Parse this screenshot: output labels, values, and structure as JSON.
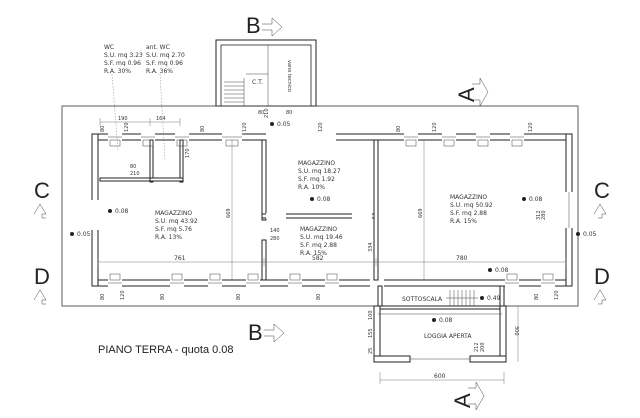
{
  "title": "PIANO TERRA - quota 0.08",
  "sections": {
    "a": "A",
    "b": "B",
    "c": "C",
    "d": "D"
  },
  "rooms": {
    "wc1": {
      "name": "WC",
      "su": "S.U. mq 3.23",
      "sf": "S.F. mq 0.96",
      "ra": "R.A. 30%"
    },
    "wc2": {
      "name": "ant. WC",
      "su": "S.U. mq 2.70",
      "sf": "S.F. mq 0.96",
      "ra": "R.A. 36%"
    },
    "mag1": {
      "name": "MAGAZZINO",
      "su": "S.U. mq 43.92",
      "sf": "S.F. mq 5.76",
      "ra": "R.A. 13%"
    },
    "mag2": {
      "name": "MAGAZZINO",
      "su": "S.U. mq 18.27",
      "sf": "S.F. mq 1.92",
      "ra": "R.A. 10%"
    },
    "mag3": {
      "name": "MAGAZZINO",
      "su": "S.U. mq 19.46",
      "sf": "S.F. mq 2.88",
      "ra": "R.A. 15%"
    },
    "mag4": {
      "name": "MAGAZZINO",
      "su": "S.U. mq 50.92",
      "sf": "S.F. mq 2.88",
      "ra": "R.A. 15%"
    }
  },
  "labels": {
    "ct": "C.T.",
    "vano": "vano tecnico",
    "sottoscala": "SOTTOSCALA",
    "loggia": "LOGGIA APERTA"
  },
  "levels": {
    "l005a": "0.05",
    "l005b": "0.05",
    "l005c": "0.05",
    "l008a": "0.08",
    "l008b": "0.08",
    "l008c": "0.08",
    "l008d": "0.08",
    "l008e": "0.08",
    "l049": "0.49"
  },
  "dimensions": {
    "d190": "190",
    "d164": "164",
    "d170": "170",
    "d669a": "669",
    "d669b": "669",
    "d761": "761",
    "d582": "582",
    "d780": "780",
    "d334": "334",
    "d600": "600",
    "d300": "300",
    "d155": "155",
    "d25": "25",
    "d100": "100"
  },
  "openings": {
    "o80": "80",
    "o120": "120",
    "o210": "210",
    "o140": "140",
    "o280": "280",
    "o312": "312",
    "o212": "212",
    "o200": "200"
  }
}
